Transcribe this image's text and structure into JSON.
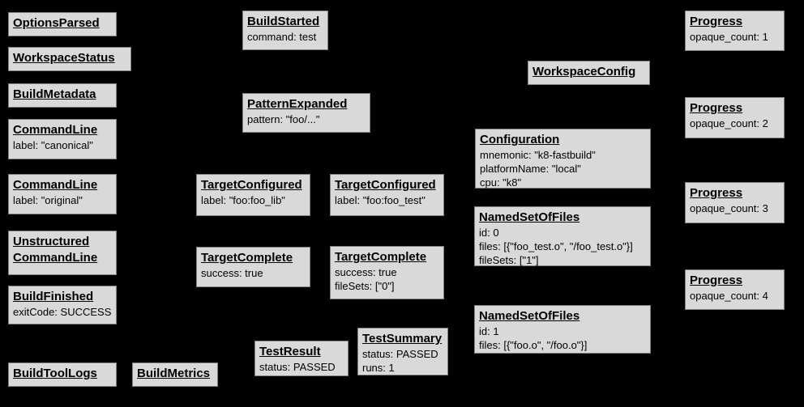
{
  "diagram": {
    "description": "Build event protocol event graph",
    "colors": {
      "background": "#000000",
      "node_fill": "#d9d9d9",
      "node_border": "#828282",
      "text": "#000000"
    },
    "nodes": {
      "options_parsed": {
        "title": "OptionsParsed"
      },
      "workspace_status": {
        "title": "WorkspaceStatus"
      },
      "build_metadata": {
        "title": "BuildMetadata"
      },
      "command_line_canonical": {
        "title": "CommandLine",
        "body": "label: \"canonical\""
      },
      "command_line_original": {
        "title": "CommandLine",
        "body": "label: \"original\""
      },
      "unstructured_command_line": {
        "title": "Unstructured\nCommandLine"
      },
      "build_finished": {
        "title": "BuildFinished",
        "body": "exitCode: SUCCESS"
      },
      "build_tool_logs": {
        "title": "BuildToolLogs"
      },
      "build_metrics": {
        "title": "BuildMetrics"
      },
      "build_started": {
        "title": "BuildStarted",
        "body": "command: test"
      },
      "pattern_expanded": {
        "title": "PatternExpanded",
        "body": "pattern: \"foo/...\""
      },
      "target_configured_lib": {
        "title": "TargetConfigured",
        "body": "label: \"foo:foo_lib\""
      },
      "target_configured_test": {
        "title": "TargetConfigured",
        "body": "label: \"foo:foo_test\""
      },
      "target_complete_lib": {
        "title": "TargetComplete",
        "body": "success: true"
      },
      "target_complete_test": {
        "title": "TargetComplete",
        "body": "success: true\nfileSets: [\"0\"]"
      },
      "test_result": {
        "title": "TestResult",
        "body": "status: PASSED"
      },
      "test_summary": {
        "title": "TestSummary",
        "body": "status: PASSED\nruns: 1"
      },
      "workspace_config": {
        "title": "WorkspaceConfig"
      },
      "configuration": {
        "title": "Configuration",
        "body": "mnemonic: \"k8-fastbuild\"\nplatformName: \"local\"\ncpu: \"k8\""
      },
      "named_set_of_files_0": {
        "title": "NamedSetOfFiles",
        "body": "id: 0\nfiles: [{\"foo_test.o\", \"/foo_test.o\"}]\nfileSets: [\"1\"]"
      },
      "named_set_of_files_1": {
        "title": "NamedSetOfFiles",
        "body": "id: 1\nfiles: [{\"foo.o\", \"/foo.o\"}]"
      },
      "progress_1": {
        "title": "Progress",
        "body": "opaque_count: 1"
      },
      "progress_2": {
        "title": "Progress",
        "body": "opaque_count: 2"
      },
      "progress_3": {
        "title": "Progress",
        "body": "opaque_count: 3"
      },
      "progress_4": {
        "title": "Progress",
        "body": "opaque_count: 4"
      }
    }
  }
}
